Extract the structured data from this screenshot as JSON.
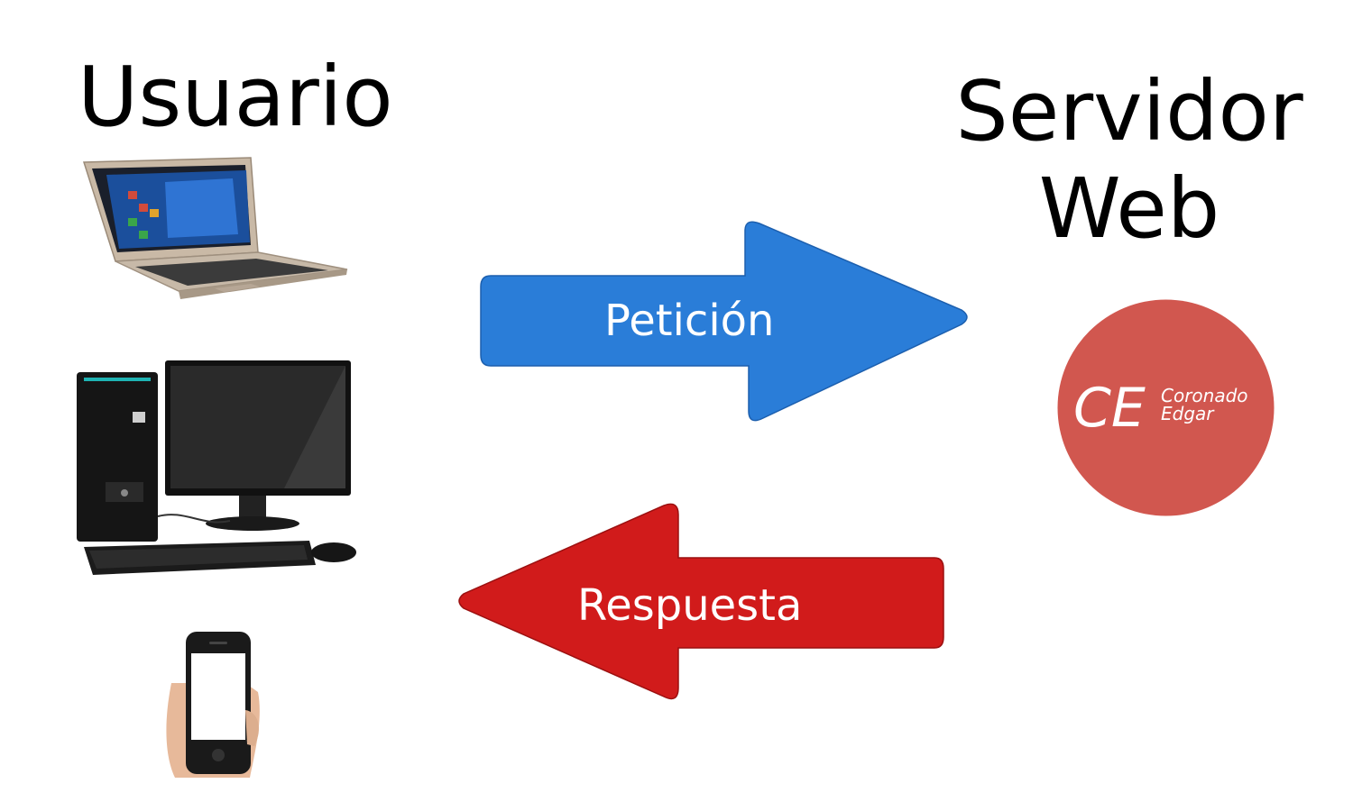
{
  "user": {
    "title": "Usuario"
  },
  "server": {
    "title_line1": "Servidor",
    "title_line2": "Web"
  },
  "request": {
    "label": "Petición",
    "color": "#2a7dd8"
  },
  "response": {
    "label": "Respuesta",
    "color": "#d11b1b"
  },
  "logo": {
    "initials": "CE",
    "name_line1": "Coronado",
    "name_line2": "Edgar",
    "color": "#d1574f"
  },
  "devices": [
    "laptop-icon",
    "desktop-computer-icon",
    "smartphone-icon"
  ]
}
